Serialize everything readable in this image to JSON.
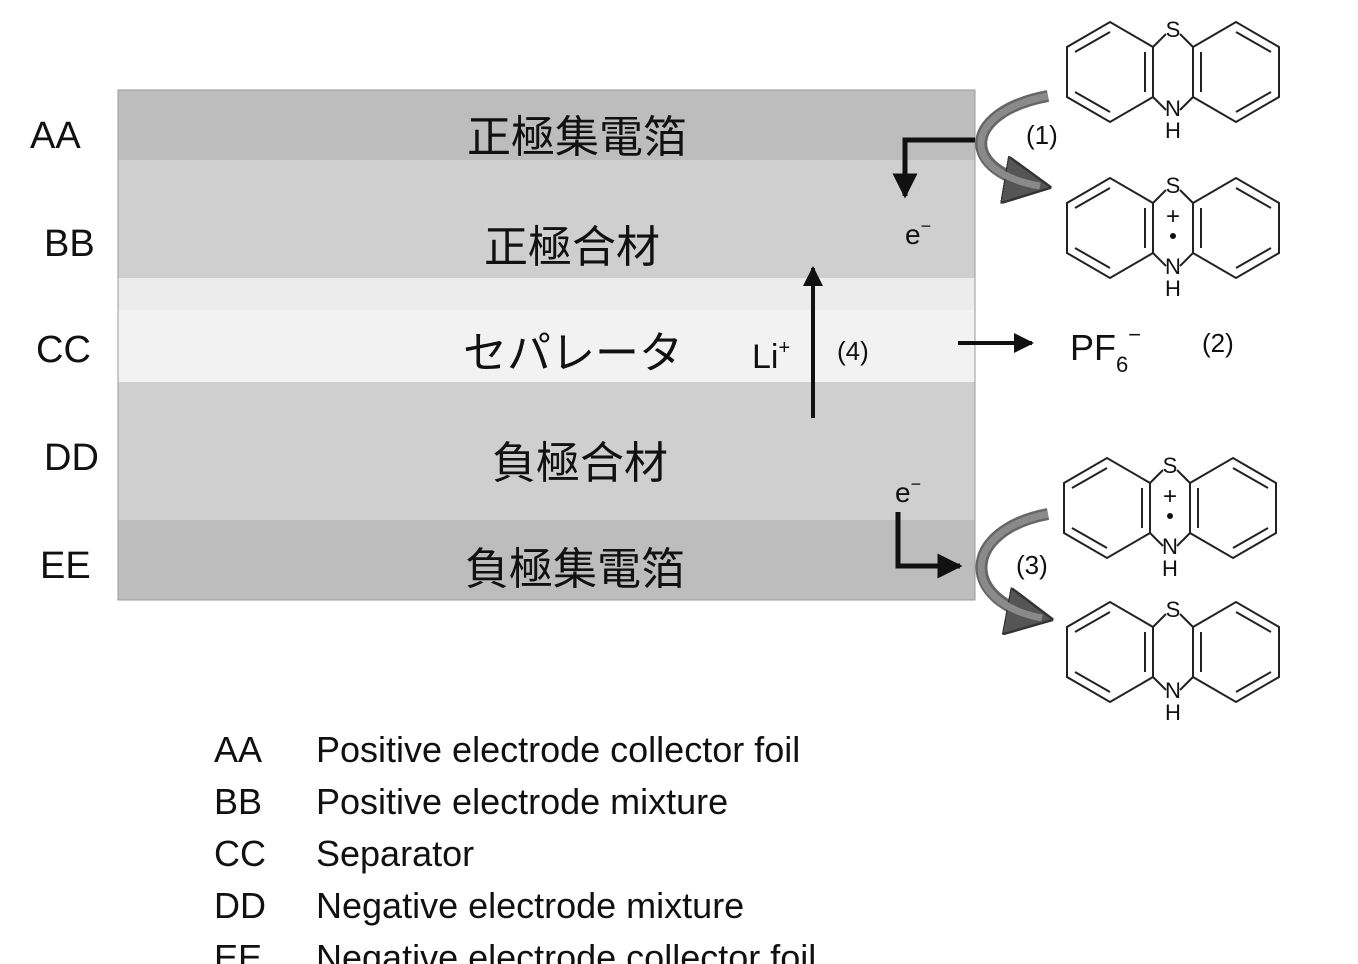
{
  "layers": [
    {
      "code": "AA",
      "label": "正極集電箔",
      "fill": "#bdbdbd"
    },
    {
      "code": "BB",
      "label": "正極合材",
      "fill": "#cfcfcf"
    },
    {
      "code": "CC",
      "label": "セパレータ",
      "fill": "#f2f2f2"
    },
    {
      "code": "DD",
      "label": "負極合材",
      "fill": "#cfcfcf"
    },
    {
      "code": "EE",
      "label": "負極集電箔",
      "fill": "#bdbdbd"
    }
  ],
  "annotations": {
    "step1": "(1)",
    "step2": "(2)",
    "step3": "(3)",
    "step4": "(4)",
    "electron_top_base": "e",
    "electron_top_sup": "−",
    "electron_bottom_base": "e",
    "electron_bottom_sup": "−",
    "lithium_base": "Li",
    "lithium_sup": "+",
    "pf6_base": "PF",
    "pf6_sub": "6",
    "pf6_sup": "−"
  },
  "molecules": {
    "atom_s": "S",
    "atom_n": "N",
    "atom_h": "H",
    "radical_plus": "+"
  },
  "legend": [
    {
      "code": "AA",
      "text": "Positive electrode collector foil"
    },
    {
      "code": "BB",
      "text": "Positive electrode mixture"
    },
    {
      "code": "CC",
      "text": "Separator"
    },
    {
      "code": "DD",
      "text": "Negative electrode mixture"
    },
    {
      "code": "EE",
      "text": "Negative electrode collector foil"
    }
  ]
}
